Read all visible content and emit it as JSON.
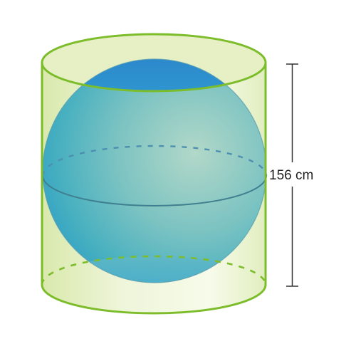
{
  "figure": {
    "dimension": {
      "label": "156 cm"
    }
  },
  "colors": {
    "cylinder_stroke": "#7dbd2b",
    "cylinder_fill": "#e3efc2",
    "sphere_dark": "#1f86c8",
    "sphere_mid": "#47b3bf",
    "sphere_light": "#a7d3c7",
    "sphere_rim": "#4a8fa8",
    "dimension_line": "#333333"
  },
  "icons": [
    "cylinder-shape",
    "sphere-shape",
    "height-dimension-line"
  ]
}
